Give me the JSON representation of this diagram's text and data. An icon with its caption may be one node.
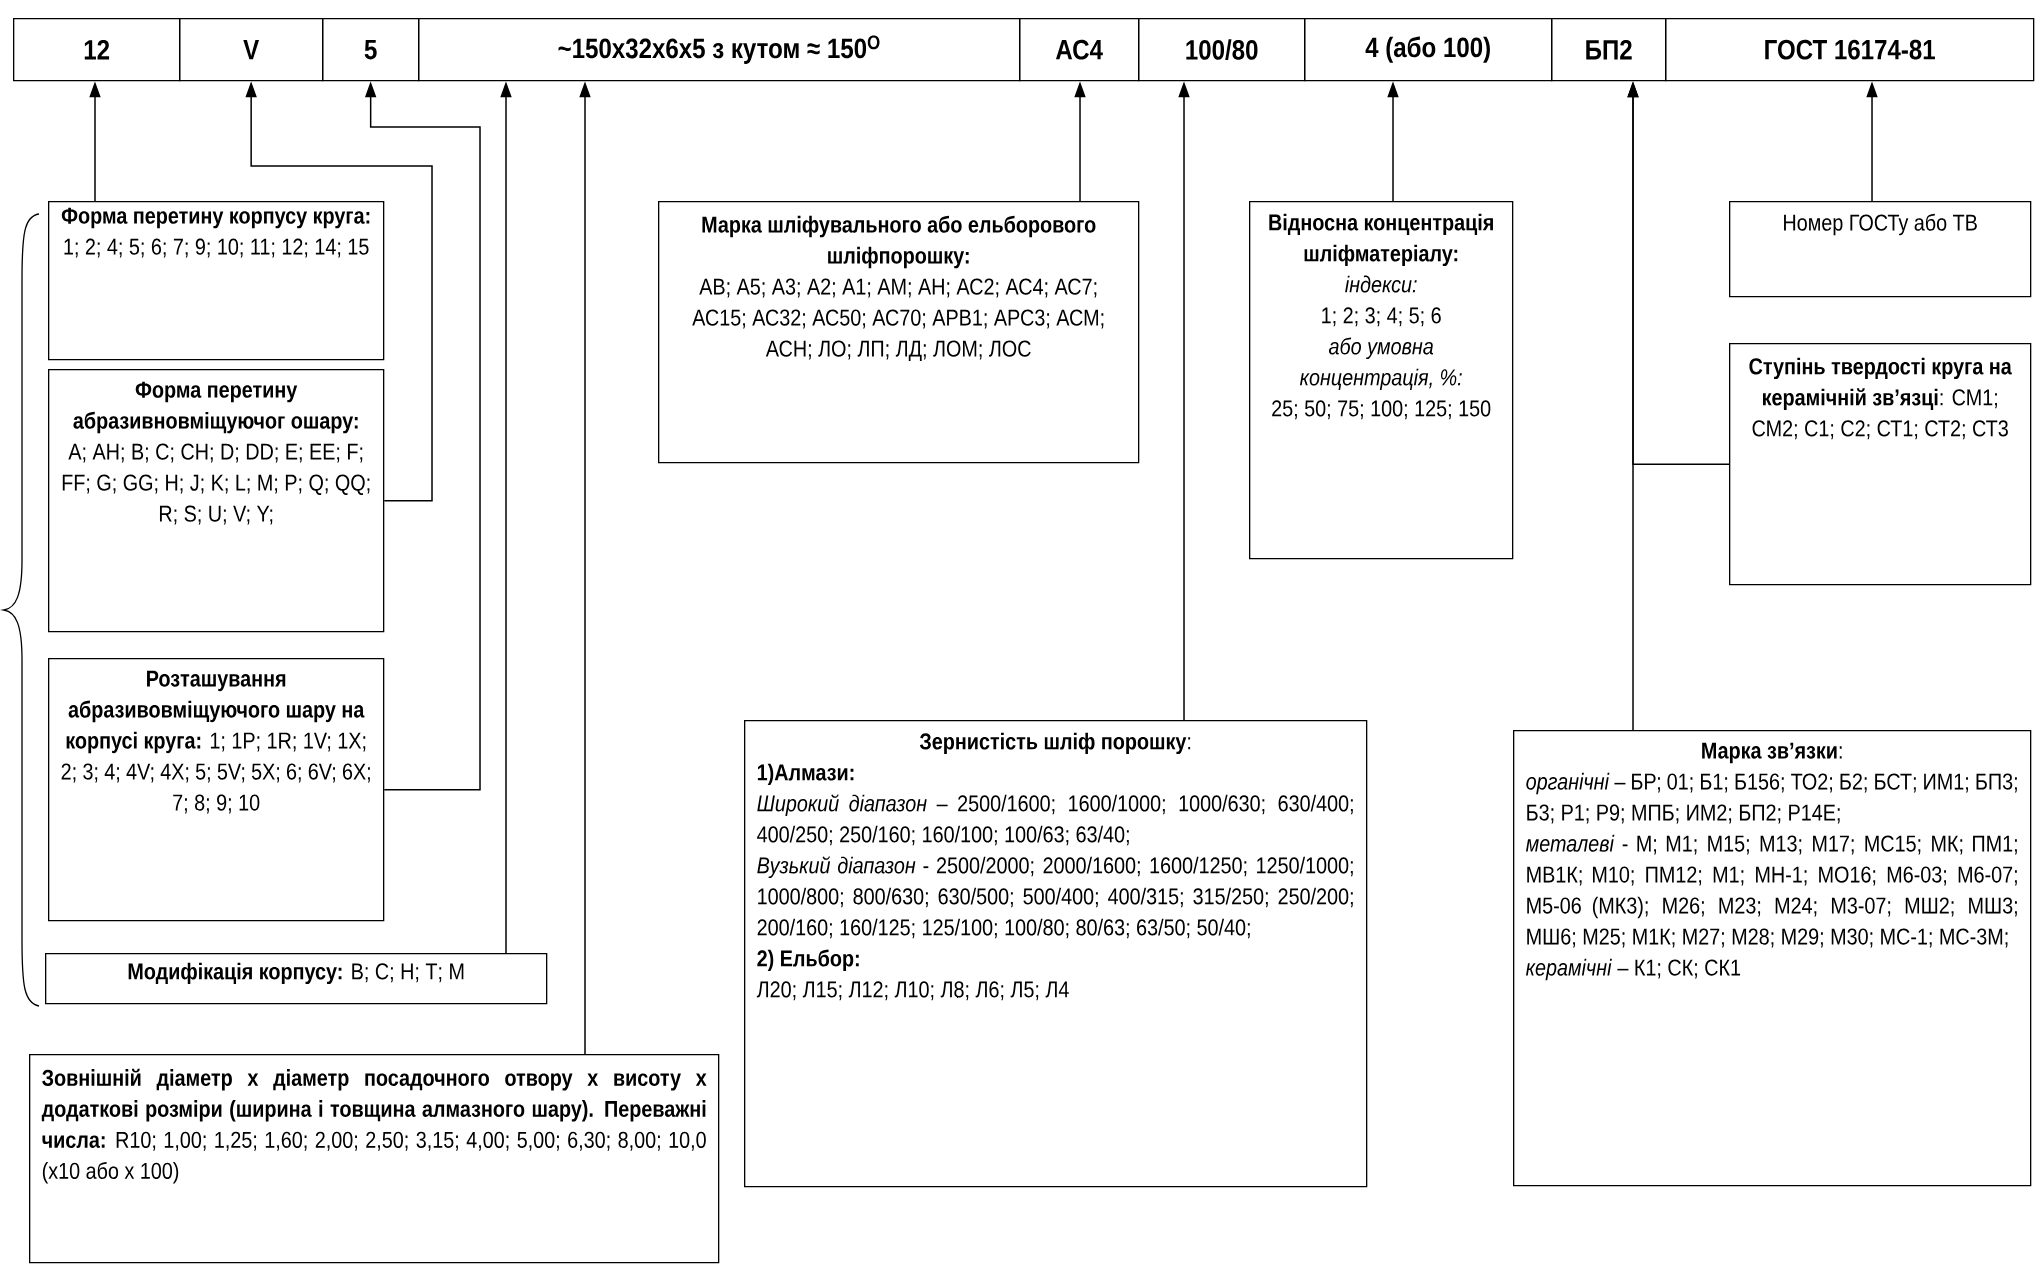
{
  "diagram": {
    "nodes": [
      {
        "text": [
          "12"
        ]
      },
      {
        "text": [
          "V"
        ]
      },
      {
        "text": [
          "5"
        ]
      },
      {
        "text": [
          "~150x32x6x5 з кутом ≈ 150$^{O}$"
        ]
      },
      {
        "text": [
          "АС4"
        ]
      },
      {
        "text": [
          "100/80"
        ]
      },
      {
        "text": [
          "4 (або 100)"
        ]
      },
      {
        "text": [
          "БП2"
        ]
      },
      {
        "text": [
          "ГОСТ 16174-81"
        ]
      },
      {
        "text": [
          "**Форма перетину корпусу круга:** 1; 2; 4; 5; 6; 7; 9; 10; 11; 12; 14; 15"
        ]
      },
      {
        "text": [
          "**Форма перетину абразивновміщуючог ошару:** A; AH; B; C; CH; D; DD; E; EE; F; FF; G; GG; H; J; K; L; M; P; Q; QQ; R; S; U; V; Y;"
        ]
      },
      {
        "text": [
          "**Розташування абразивовміщуючого шару на корпусі круга:** 1; 1P; 1R; 1V; 1X; 2; 3; 4; 4V; 4X; 5; 5V; 5X; 6; 6V; 6X; 7; 8; 9; 10"
        ]
      },
      {
        "text": [
          "**Модифікація корпусу:** В; С; Н; Т; М"
        ]
      },
      {
        "text": [
          "**Зовнішній діаметр х діаметр посадочного отвору х висоту х додаткові розміри (ширина і товщина алмазного шару). Переважні числа:** R10; 1,00; 1,25; 1,60; 2,00; 2,50; 3,15; 4,00; 5,00; 6,30; 8,00; 10,0 (х10 або х 100)"
        ]
      },
      {
        "text": [
          "Марка шліфувального або ельборового шліфпорошку:",
          "АВ; А5; А3; А2; А1; АМ; АН; АС2; АС4; АС7; АС15; АС32; АС50; АС70; АРВ1; АРС3; АСМ; АСН; ЛО; ЛП; ЛД; ЛОМ; ЛОС"
        ]
      },
      {
        "text": [
          "**Зернистість шліф порошку**:",
          "1)Алмази:",
          "*Широкий діапазон* – 2500/1600; 1600/1000; 1000/630; 630/400; 400/250; 250/160; 160/100; 100/63; 63/40;",
          "*Вузький діапазон* - 2500/2000; 2000/1600; 1600/1250; 1250/1000; 1000/800; 800/630; 630/500; 500/400; 400/315; 315/250; 250/200; 200/160; 160/125; 125/100; 100/80; 80/63; 63/50; 50/40;",
          "2) Ельбор:",
          "Л20; Л15; Л12; Л10; Л8; Л6; Л5; Л4"
        ]
      },
      {
        "text": [
          "Відносна концентрація шліфматеріалу:",
          "індекси:",
          "1; 2; 3; 4; 5; 6",
          "або умовна концентрація, %:",
          "25; 50; 75; 100; 125; 150"
        ]
      },
      {
        "text": [
          "Номер ГОСТу або ТВ"
        ]
      },
      {
        "text": [
          "**Ступінь твердості круга на керамічній зв’язці**: СМ1; СМ2; С1; С2; СТ1; СТ2; СТ3"
        ]
      },
      {
        "text": [
          "**Марка зв’язки**:",
          "*органічні* – БР; 01; Б1; Б156; ТО2; Б2; БСТ; ИМ1; БП3; Б3; Р1; Р9; МПБ; ИМ2; БП2; Р14Е;",
          "*металеві* - М; М1; М15; М13; М17; МС15; МК; ПМ1; МВ1К; М10; ПМ12; М1; МН-1; МО16; М6-03; М6-07; М5-06 (МК3); М26; М23; М24; М3-07; МШ2; МШ3; МШ6; М25; М1К; М27; М28; М29; М30; МС-1; МС-3М;",
          "*керамічні* – К1; СК; СК1"
        ]
      }
    ],
    "edges": [
      {
        "from": 9,
        "to": 0,
        "arrow": "to"
      },
      {
        "from": 10,
        "to": 1,
        "arrow": "to"
      },
      {
        "from": 11,
        "to": 2,
        "arrow": "to"
      },
      {
        "from": 12,
        "to": 3,
        "arrow": "to"
      },
      {
        "from": 13,
        "to": 3,
        "arrow": "to"
      },
      {
        "from": 14,
        "to": 4,
        "arrow": "to"
      },
      {
        "from": 15,
        "to": 5,
        "arrow": "to"
      },
      {
        "from": 16,
        "to": 6,
        "arrow": "to"
      },
      {
        "from": 18,
        "to": 7,
        "arrow": "to"
      },
      {
        "from": 19,
        "to": 7,
        "arrow": "to"
      },
      {
        "from": 17,
        "to": 8,
        "arrow": "to"
      }
    ]
  }
}
